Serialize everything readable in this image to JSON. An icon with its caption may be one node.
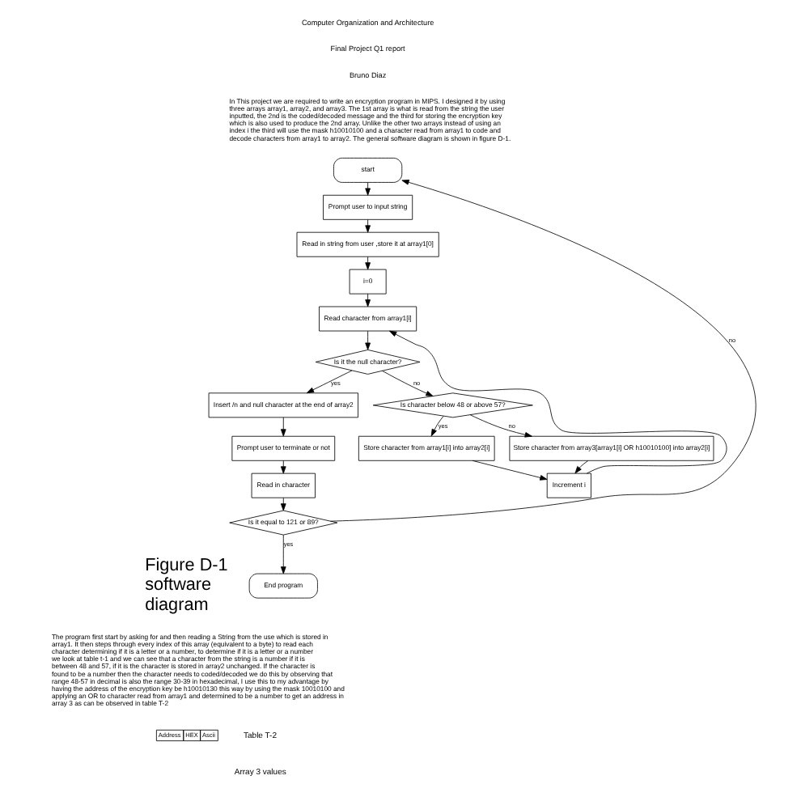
{
  "diagram": {
    "nodes": [
      {
        "text": [
          "start"
        ]
      },
      {
        "text": [
          "Prompt user to input string"
        ]
      },
      {
        "text": [
          "Read in string from user ,store it at array1[0]"
        ]
      },
      {
        "text": [
          "i=0"
        ]
      },
      {
        "text": [
          "Read character from array1[i]"
        ]
      },
      {
        "text": [
          "Is it the null character?"
        ]
      },
      {
        "text": [
          "Insert /n and null character at the end of array2"
        ]
      },
      {
        "text": [
          "Prompt user to terminate or not"
        ]
      },
      {
        "text": [
          "Read in character"
        ]
      },
      {
        "text": [
          "Is it equal to 121 or 89?"
        ]
      },
      {
        "text": [
          "End program"
        ]
      },
      {
        "text": [
          "Is character below 48 or above 57?"
        ]
      },
      {
        "text": [
          "Store character from array1[i] into array2[i]"
        ]
      },
      {
        "text": [
          "Increment i"
        ]
      },
      {
        "text": [
          "Store character from array3[array1[i] OR h10010100] into array2[i]"
        ]
      }
    ],
    "edges": [
      {
        "from": 0,
        "to": 1,
        "arrow": "to"
      },
      {
        "from": 1,
        "to": 2,
        "arrow": "to"
      },
      {
        "from": 2,
        "to": 3,
        "arrow": "to"
      },
      {
        "from": 3,
        "to": 4,
        "arrow": "to"
      },
      {
        "from": 4,
        "to": 5,
        "arrow": "to"
      },
      {
        "from": 5,
        "to": 6,
        "arrow": "to",
        "label": "yes"
      },
      {
        "from": 6,
        "to": 7,
        "arrow": "to"
      },
      {
        "from": 7,
        "to": 8,
        "arrow": "to"
      },
      {
        "from": 8,
        "to": 9,
        "arrow": "to"
      },
      {
        "from": 9,
        "to": 10,
        "arrow": "to",
        "label": "yes"
      },
      {
        "from": 9,
        "to": 0,
        "arrow": "to",
        "label": "no"
      },
      {
        "from": 5,
        "to": 11,
        "arrow": "to",
        "label": "no"
      },
      {
        "from": 11,
        "to": 12,
        "arrow": "to",
        "label": "yes"
      },
      {
        "from": 11,
        "to": 14,
        "arrow": "to",
        "label": "no"
      },
      {
        "from": 12,
        "to": 13,
        "arrow": "to"
      },
      {
        "from": 14,
        "to": 13,
        "arrow": "to"
      },
      {
        "from": 13,
        "to": 4,
        "arrow": "to"
      }
    ],
    "labels": [
      "Computer Organization and Architecture",
      "Final Project Q1 report",
      "Bruno Diaz",
      "In This project we are required to write an encryption program in MIPS. I designed it by using three arrays array1, array2, and array3. The 1st array is what is read from the string the user inputted, the 2nd is the coded/decoded message and the third for storing the encryption key which is also used to produce the 2nd array. Unlike the other two arrays instead of using an index i the third will use the mask h10010100 and a character read from array1 to code and decode characters from array1 to array2. The general software diagram is shown in figure D-1.",
      "Figure D-1 software diagram",
      "The program first start by asking for and then reading a String from the use which is stored in array1. It then steps through every index of this array (equivalent to a byte) to read each character determining if it is a letter or a number, to determine if it is a letter or a number we look at table t-1 and we can see that a character from the string is a number if it is between 48 and 57, if it is the character is stored in array2 unchanged. If the character is found to be a number then the character needs to coded/decoded we do this by observing that range 48-57 in decimal is also the range 30-39 in hexadecimal, I use this to my advantage by having the address of the encryption key be h10010130 this way by using the mask 10010100 and applying an OR to character read from array1 and determined to be a number to get an address in array 3 as can be observed in table T-2",
      "Address",
      "HEX",
      "Ascii",
      "Table T-2",
      "Array 3 values"
    ]
  }
}
